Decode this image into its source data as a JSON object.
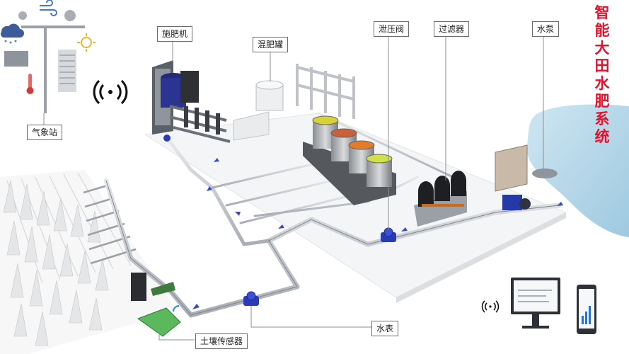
{
  "title_chars": [
    "智",
    "能",
    "大",
    "田",
    "水",
    "肥",
    "系",
    "统"
  ],
  "labels": {
    "weather_station": "气象站",
    "fertilizer_machine": "施肥机",
    "mixing_tank": "混肥罐",
    "pressure_relief_valve": "泄压阀",
    "filter": "过滤器",
    "water_pump": "水泵",
    "water_meter": "水表",
    "soil_sensor": "土壤传感器"
  },
  "colors": {
    "title": "#e8102a",
    "pipe": "#c9cdd2",
    "valve": "#2a3bb8",
    "pond": "#b6d8ea",
    "tank_yellow": "#d8d23a",
    "tank_red": "#c8603a",
    "tank_orange": "#e07c2c",
    "tank_lime": "#cfe04a",
    "sensor_green": "#4cae4c"
  },
  "icons": [
    "weather-icon",
    "wireless-signal-icon",
    "monitor-icon",
    "phone-chart-icon",
    "thermometer-icon",
    "sun-icon"
  ]
}
